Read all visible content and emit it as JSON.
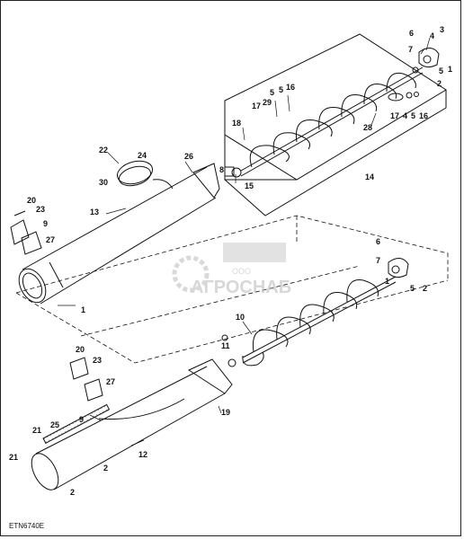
{
  "diagram": {
    "figure_code": "ETN6740E",
    "watermark": {
      "company": "АГРОСНАБ",
      "prefix": "ООО"
    },
    "callouts": [
      {
        "id": "c3",
        "text": "3"
      },
      {
        "id": "c4a",
        "text": "4"
      },
      {
        "id": "c6a",
        "text": "6"
      },
      {
        "id": "c7a",
        "text": "7"
      },
      {
        "id": "c1a",
        "text": "1"
      },
      {
        "id": "c5a",
        "text": "5"
      },
      {
        "id": "c2a",
        "text": "2"
      },
      {
        "id": "c5b",
        "text": "5"
      },
      {
        "id": "c5c",
        "text": "5"
      },
      {
        "id": "c16a",
        "text": "16"
      },
      {
        "id": "c29",
        "text": "29"
      },
      {
        "id": "c17a",
        "text": "17"
      },
      {
        "id": "c17b",
        "text": "17"
      },
      {
        "id": "c4b",
        "text": "4"
      },
      {
        "id": "c5d",
        "text": "5"
      },
      {
        "id": "c16b",
        "text": "16"
      },
      {
        "id": "c18",
        "text": "18"
      },
      {
        "id": "c28",
        "text": "28"
      },
      {
        "id": "c22",
        "text": "22"
      },
      {
        "id": "c24",
        "text": "24"
      },
      {
        "id": "c26",
        "text": "26"
      },
      {
        "id": "c8",
        "text": "8"
      },
      {
        "id": "c30",
        "text": "30"
      },
      {
        "id": "c15",
        "text": "15"
      },
      {
        "id": "c14",
        "text": "14"
      },
      {
        "id": "c20a",
        "text": "20"
      },
      {
        "id": "c23a",
        "text": "23"
      },
      {
        "id": "c13",
        "text": "13"
      },
      {
        "id": "c9a",
        "text": "9"
      },
      {
        "id": "c27a",
        "text": "27"
      },
      {
        "id": "c6b",
        "text": "6"
      },
      {
        "id": "c7b",
        "text": "7"
      },
      {
        "id": "c1b",
        "text": "1"
      },
      {
        "id": "c5e",
        "text": "5"
      },
      {
        "id": "c2b",
        "text": "2"
      },
      {
        "id": "c1c",
        "text": "1"
      },
      {
        "id": "c10",
        "text": "10"
      },
      {
        "id": "c11",
        "text": "11"
      },
      {
        "id": "c20b",
        "text": "20"
      },
      {
        "id": "c23b",
        "text": "23"
      },
      {
        "id": "c27b",
        "text": "27"
      },
      {
        "id": "c19",
        "text": "19"
      },
      {
        "id": "c9b",
        "text": "9"
      },
      {
        "id": "c21a",
        "text": "21"
      },
      {
        "id": "c25",
        "text": "25"
      },
      {
        "id": "c21b",
        "text": "21"
      },
      {
        "id": "c12",
        "text": "12"
      },
      {
        "id": "c2c",
        "text": "2"
      },
      {
        "id": "c2d",
        "text": "2"
      }
    ]
  }
}
